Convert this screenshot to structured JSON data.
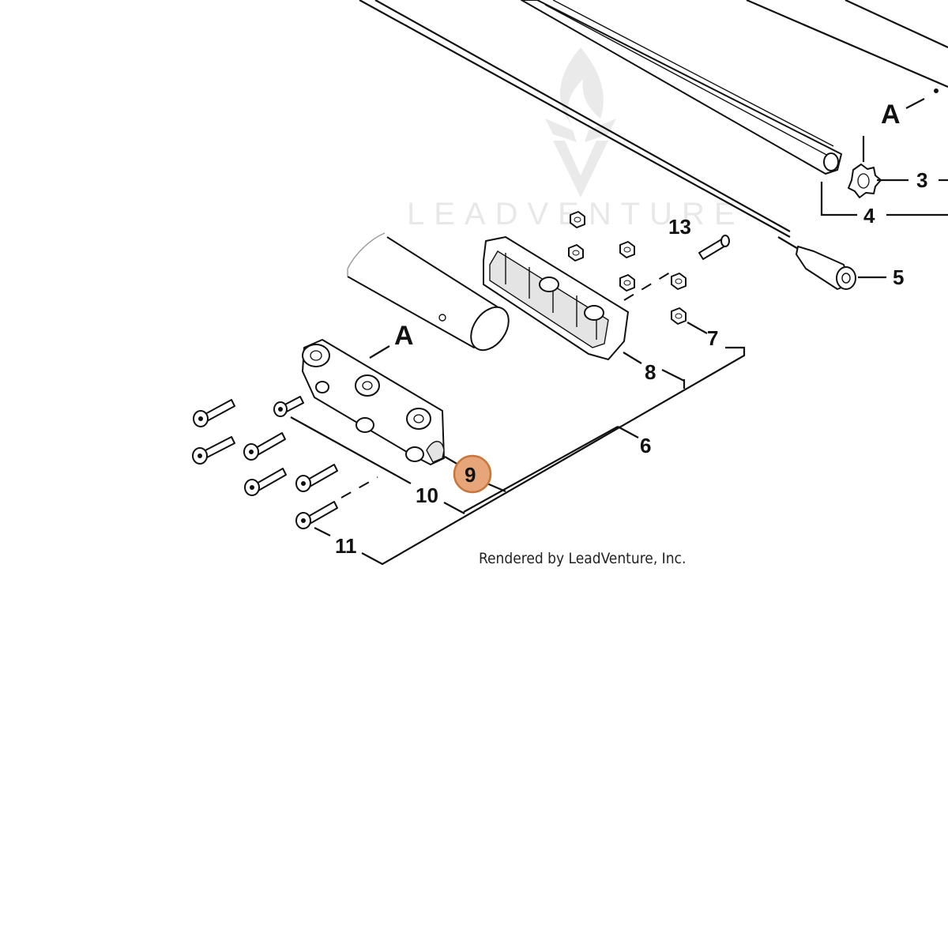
{
  "diagram": {
    "watermark": {
      "text": "LEADVENTURE",
      "icon": "leadventure-flame-logo",
      "color": "#e6e6e6"
    },
    "credit": "Rendered by LeadVenture, Inc.",
    "letters": {
      "upper": "A",
      "lower": "A"
    },
    "callouts": {
      "c3": "3",
      "c4": "4",
      "c5": "5",
      "c6": "6",
      "c7": "7",
      "c8": "8",
      "c9": "9",
      "c10": "10",
      "c11": "11",
      "c13": "13"
    },
    "highlight": {
      "callout": "9",
      "fill": "#e7a679",
      "stroke": "#c8763b"
    }
  }
}
